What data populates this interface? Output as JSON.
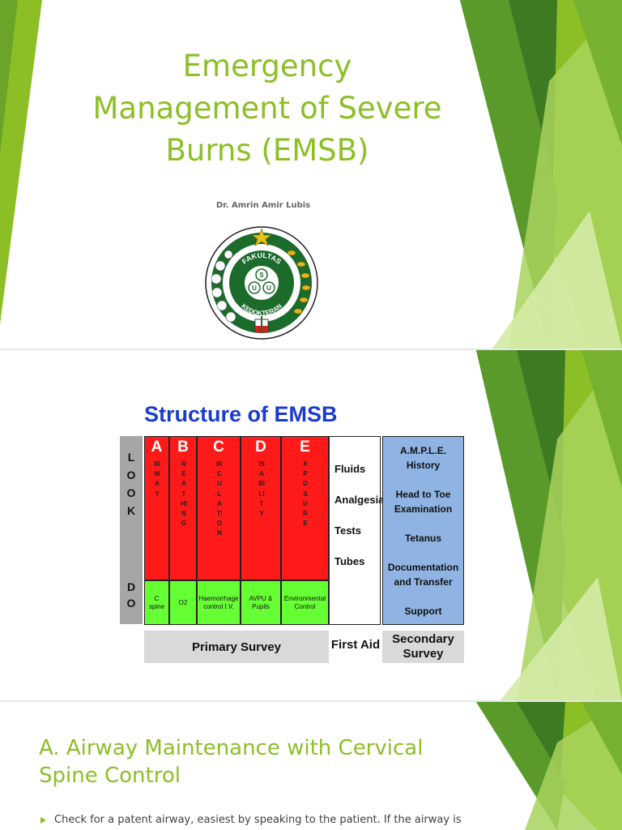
{
  "slide1": {
    "title_lines": [
      "Emergency",
      "Management of Severe",
      "Burns (EMSB)"
    ],
    "author": "Dr. Amrin Amir Lubis",
    "logo": {
      "ring_text_top": "FAKULTAS",
      "ring_text_bottom": "KEDOKTERAN",
      "center_letters": [
        "U",
        "S",
        "U"
      ],
      "icon": "faculty-of-medicine-seal"
    }
  },
  "slide2": {
    "heading": "Structure of EMSB",
    "look_letters": [
      "L",
      "O",
      "O",
      "K"
    ],
    "do_letters": [
      "D",
      "O"
    ],
    "columns": [
      {
        "letter": "A",
        "word": "IRWAY",
        "action": "C spine"
      },
      {
        "letter": "B",
        "word": "REATHING",
        "action": "O2"
      },
      {
        "letter": "C",
        "word": "IRCULATION",
        "action": "Haemorrhage control I.V."
      },
      {
        "letter": "D",
        "word": "ISABILITY",
        "action": "AVPU & Pupils"
      },
      {
        "letter": "E",
        "word": "XPOSURE",
        "action": "Environmental Control"
      }
    ],
    "first_aid_items": [
      "Fluids",
      "Analgesia",
      "Tests",
      "Tubes"
    ],
    "secondary_items": [
      "A.M.P.L.E. History",
      "Head to Toe Examination",
      "Tetanus",
      "Documentation and Transfer",
      "Support"
    ],
    "primary_survey": "Primary Survey",
    "first_aid": "First Aid",
    "secondary_survey": "Secondary Survey"
  },
  "slide3": {
    "heading": "A. Airway Maintenance with Cervical Spine Control",
    "bullet": "Check for a patent airway, easiest by speaking to the patient. If the airway is"
  },
  "colors": {
    "accent_green": "#8cbf26",
    "dark_green": "#4d8a1e",
    "light_green": "#b5d96a",
    "emsb_blue": "#1a3ccc",
    "primary_red": "#ff1a1a",
    "action_green": "#66ff33",
    "secondary_blue": "#8fb4e3"
  }
}
